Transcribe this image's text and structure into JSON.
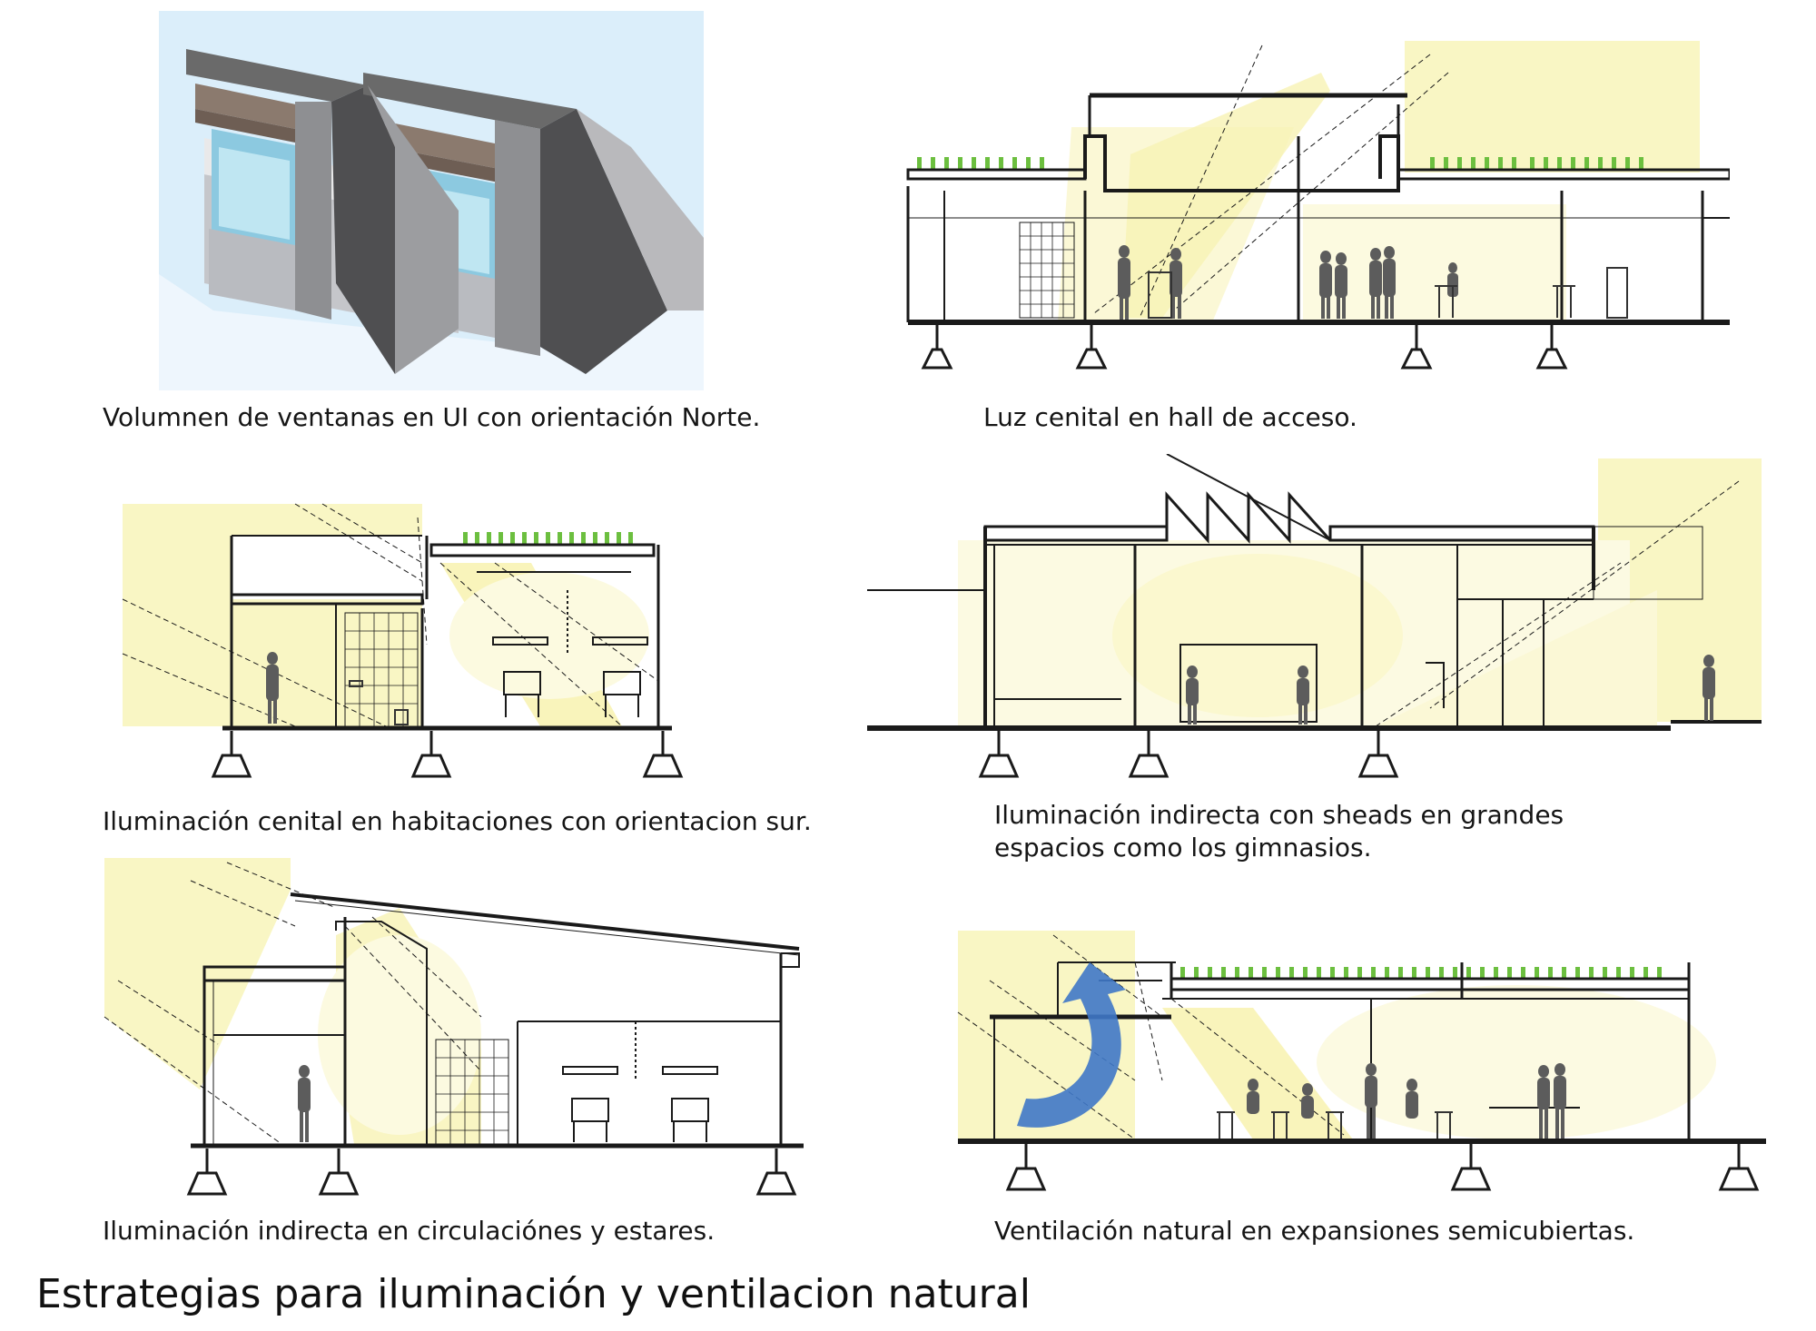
{
  "title": "Estrategias para iluminación y ventilacion natural",
  "colors": {
    "sunlight": "#f9f6c4",
    "line": "#1a1a1a",
    "green_roof": "#6cbf3f",
    "arrow": "#3f78c8",
    "wall_dark": "#5a5a5a",
    "glass": "#8fd3ea"
  },
  "panels": [
    {
      "id": "north-windows",
      "caption": "Volumnen de ventanas en UI con orientación Norte."
    },
    {
      "id": "hall-skylight",
      "caption": "Luz cenital en hall de acceso."
    },
    {
      "id": "rooms-skylight",
      "caption": "Iluminación cenital en habitaciones con orientacion sur."
    },
    {
      "id": "gym-sheds",
      "caption_line1": "Iluminación indirecta con sheads en grandes",
      "caption_line2": "espacios como los gimnasios."
    },
    {
      "id": "circulation",
      "caption": "Iluminación indirecta en circulaciónes y estares."
    },
    {
      "id": "ventilation",
      "caption": "Ventilación natural en expansiones semicubiertas."
    }
  ]
}
